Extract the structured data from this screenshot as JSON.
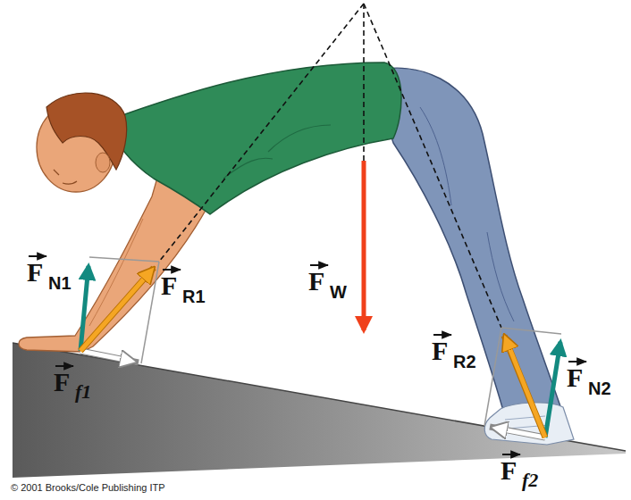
{
  "diagram": {
    "labels": [
      "F",
      "N1",
      "F",
      "R1",
      "F",
      "W",
      "F",
      "f1",
      "F",
      "R2",
      "F",
      "N2",
      "F",
      "f2",
      "© 2001 Brooks/Cole Publishing ITP"
    ]
  }
}
